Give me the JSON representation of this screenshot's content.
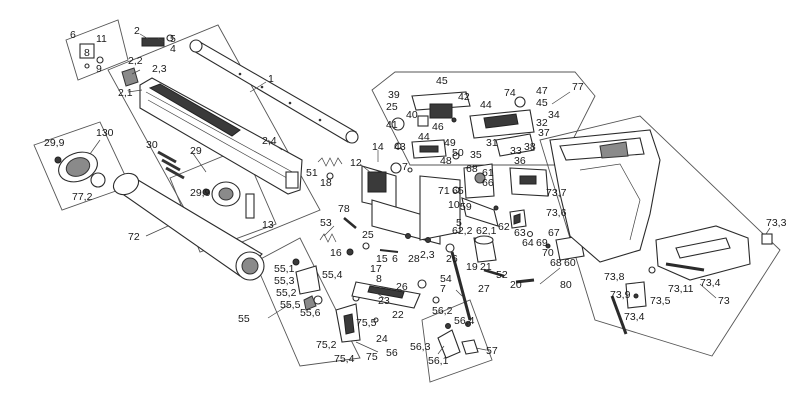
{
  "labels": {
    "l1": "1",
    "l2": "2",
    "l2_1": "2,1",
    "l2_2": "2,2",
    "l2_3": "2,3",
    "l2_4": "2,4",
    "l4": "4",
    "l5": "5",
    "l6": "6",
    "l8": "8",
    "l9": "9",
    "l11": "11",
    "l130": "130",
    "l29_9a": "29,9",
    "l77_2": "77,2",
    "l72": "72",
    "l30": "30",
    "l29": "29",
    "l29_9b": "29,9",
    "l13": "13",
    "l51": "51",
    "l18": "18",
    "l12": "12",
    "l14": "14",
    "l7a": "7",
    "l10": "10",
    "l78": "78",
    "l53": "53",
    "l16": "16",
    "l25a": "25",
    "l15": "15",
    "l6b": "6",
    "l28": "28",
    "l2_3b": "2,3",
    "l17": "17",
    "l8b": "8",
    "l26": "26",
    "l55": "55",
    "l55_1": "55,1",
    "l55_3": "55,3",
    "l55_2": "55,2",
    "l55_5": "55,5",
    "l55_4": "55,4",
    "l55_6": "55,6",
    "l23": "23",
    "l26b": "26",
    "l22": "22",
    "l75_5": "75,5",
    "l75_2": "75,2",
    "l75_4": "75,4",
    "l24": "24",
    "l75": "75",
    "l7b": "7",
    "l54": "54",
    "l27": "27",
    "l19": "19",
    "l21": "21",
    "l52": "52",
    "l20": "20",
    "l56": "56",
    "l56_2": "56,2",
    "l56_4": "56,4",
    "l56_3": "56,3",
    "l56_1": "56,1",
    "l57": "57",
    "l39": "39",
    "l25b": "25",
    "l45a": "45",
    "l42": "42",
    "l41": "41",
    "l40": "40",
    "l46": "46",
    "l44a": "44",
    "l43": "43",
    "l49": "49",
    "l50": "50",
    "l35": "35",
    "l48": "48",
    "l68a": "68",
    "l66": "66",
    "l71": "71",
    "l65": "65",
    "l61": "61",
    "l59": "59",
    "l62_2": "62,2",
    "l62_1": "62,1",
    "l62": "62",
    "l63": "63",
    "l74": "74",
    "l44b": "44",
    "l47": "47",
    "l45b": "45",
    "l34": "34",
    "l32": "32",
    "l31": "31",
    "l33": "33",
    "l36": "36",
    "l37": "37",
    "l38": "38",
    "l77": "77",
    "l73_7": "73,7",
    "l73_6": "73,6",
    "l64": "64",
    "l69": "69",
    "l67": "67",
    "l70": "70",
    "l68b": "68",
    "l60": "60",
    "l80": "80",
    "l73_3": "73,3",
    "l73_8": "73,8",
    "l73_9": "73,9",
    "l73_11": "73,11",
    "l73_4a": "73,4",
    "l73_5": "73,5",
    "l73_4b": "73,4",
    "l73": "73",
    "l5b": "5"
  }
}
